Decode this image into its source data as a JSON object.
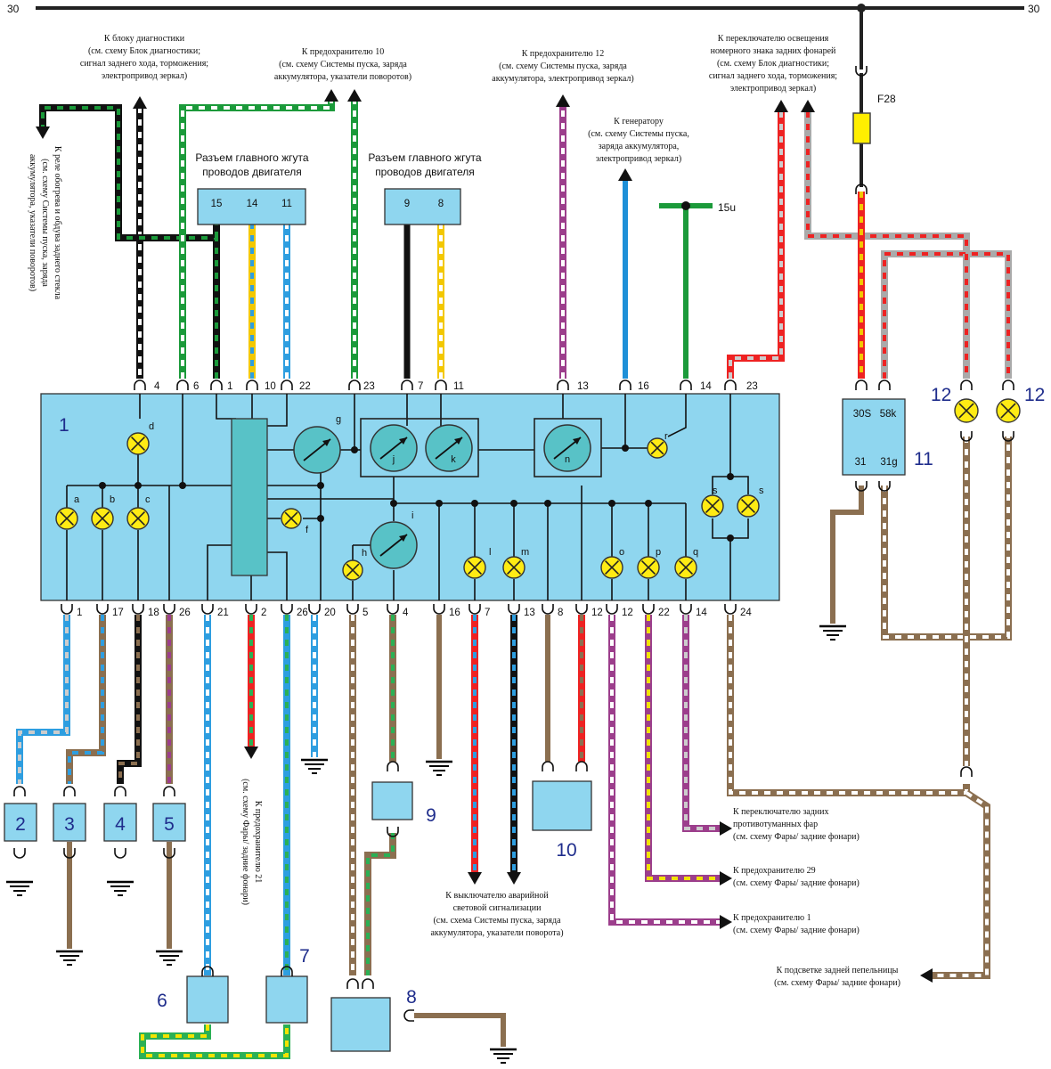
{
  "diagram": {
    "bus_labels": [
      "30",
      "30"
    ],
    "fuse": "F28",
    "ign_label": "15u",
    "connector_header_left": [
      "Разъем главного жгута",
      "проводов двигателя"
    ],
    "connector_header_right": [
      "Разъем главного жгута",
      "проводов двигателя"
    ],
    "connector_left_pins": [
      "15",
      "14",
      "11"
    ],
    "connector_right_pins": [
      "9",
      "8"
    ],
    "notes": {
      "diag": [
        "К блоку диагностики",
        "(см. схему Блок диагностики;",
        "сигнал заднего хода, торможения;",
        "электропривод зеркал)"
      ],
      "fuse10": [
        "К предохранителю 10",
        "(см. схему Системы пуска, заряда",
        "аккумулятора, указатели поворотов)"
      ],
      "fuse12": [
        "К предохранителю 12",
        "(см. схему Системы пуска, заряда",
        "аккумулятора, электропривод зеркал)"
      ],
      "gen": [
        "К генератору",
        "(см. схему Системы пуска,",
        "заряда  аккумулятора,",
        "электропривод зеркал)"
      ],
      "plate": [
        "К переключателю освещения",
        "номерного знака задних фонарей",
        "(см. схему Блок диагностики;",
        "сигнал заднего хода, торможения;",
        "электропривод зеркал)"
      ],
      "defrost": [
        "К реле обогрева и обдува заднего стекла",
        "(см. схему Системы пуска, заряда",
        "аккумулятора, указатели поворотов)"
      ],
      "fuse21": [
        "К предохранителю 21",
        "(см. схему Фары/ задние фонари)"
      ],
      "hazard": [
        "К выключателю аварийной",
        "световой сигнализации",
        "(см. схема Системы пуска, заряда",
        "аккумулятора, указатели поворота)"
      ],
      "fog": [
        "К переключателю задних",
        "противотуманных фар",
        "(см. схему Фары/ задние фонари)"
      ],
      "fuse29": [
        "К предохранителю 29",
        "(см. схему Фары/ задние фонари)"
      ],
      "fuse1": [
        "К предохранителю 1",
        "(см. схему Фары/ задние фонари)"
      ],
      "ashtray": [
        "К подсветке задней пепельницы",
        "(см. схему Фары/ задние фонари)"
      ]
    },
    "cluster": {
      "label": "1",
      "top_pins": [
        "4",
        "6",
        "1",
        "10",
        "22",
        "23",
        "7",
        "11",
        "13",
        "16",
        "14",
        "23"
      ],
      "bottom_pins": [
        "1",
        "17",
        "18",
        "26",
        "21",
        "2",
        "26",
        "20",
        "5",
        "4",
        "16",
        "7",
        "13",
        "8",
        "12",
        "12",
        "22",
        "14",
        "24"
      ],
      "lamps": [
        "a",
        "b",
        "c",
        "d",
        "f",
        "h",
        "l",
        "m",
        "o",
        "p",
        "q",
        "r",
        "s",
        "s"
      ],
      "gauges": [
        "g",
        "j",
        "k",
        "n",
        "i"
      ]
    },
    "relay": {
      "label": "11",
      "pins": [
        "30S",
        "58k",
        "31",
        "31g"
      ]
    },
    "lamp_label": "12",
    "components": [
      "2",
      "3",
      "4",
      "5",
      "6",
      "7",
      "8",
      "9",
      "10"
    ],
    "colors": {
      "panel": "#8fd6ef",
      "gauge": "#58c2c7",
      "lamp": "#ffeb14",
      "fuse": "#ffee00",
      "label_blue": "#1f2d8c"
    }
  }
}
